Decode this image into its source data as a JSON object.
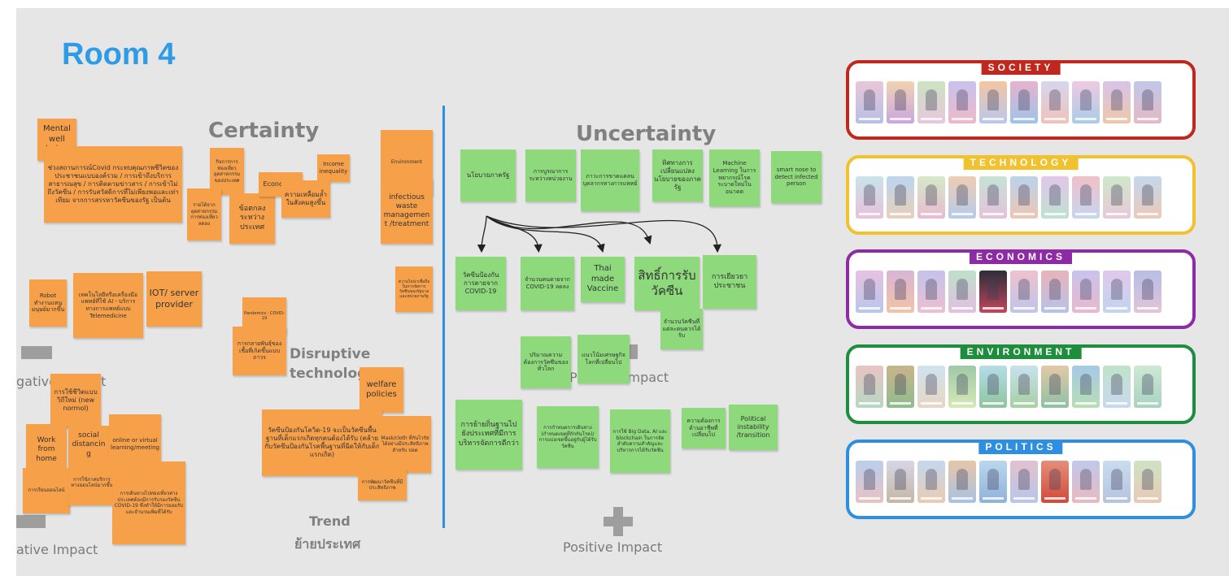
{
  "room_title": "Room 4",
  "headings": {
    "certainty": "Certainty",
    "uncertainty": "Uncertainty",
    "disruptive": "Disruptive technology",
    "trend": "Trend",
    "trend_sub": "ย้ายประเทศ"
  },
  "axis_labels": {
    "negative_left_top": "gative Impact",
    "negative_left_bottom": "ative Impact",
    "positive_mid": "Positive Impact",
    "positive_bottom": "Positive Impact"
  },
  "orange_notes": [
    "Mental well being",
    "ช่วงสถานการณ์Covid กระทบคุณภาพชีวิตของประชาชนแบบองค์รวม / การเข้าถึงบริการสาธารณสุข / การติดตามข่าวสาร / การเข้าไม่ถึงวัคซีน / การรับสวัสดิการที่ไม่เพียงพอและเท่าเทียม จากการสรรหาวัคซีนของรัฐ เป็นต้น",
    "กิจการการท่องเที่ยวอุตสาหกรรมของประเทศ",
    "รายได้จากอุตสาหกรรมการท่องเที่ยวลดลง",
    "ข้อตกลงระหว่างประเทศ",
    "Economics",
    "Income inequality",
    "ความเหลื่อมล้ำในสังคมสูงขึ้น",
    "Environment",
    "infectious waste management /treatment",
    "ความไม่น่าเชื่อถือในการจัดการวัคซีนของรัฐบาลและหน่วยงานรัฐ",
    "Robot ทำงานแทนมนุษย์มากขึ้น",
    "เทคโนโลยีหรือเครื่องมือแพทย์ที่ใช้ AI - บริการทางการแพทย์แบบ Telemedicine",
    "IOT/ server provider",
    "Pandemics : COVID-19",
    "การกลายพันธุ์ของเชื้อที่เกิดขึ้นแบบถาวร",
    "การใช้ชีวิตแบบวิถีใหม่ (new normol)",
    "Work from home",
    "social distancing",
    "online or virtual learning/meeting",
    "การเรียนออนไลน์",
    "การใช้ภาคบริการทางออนไลน์มากขึ้น",
    "การเดินทางไปท่องเที่ยวต่างประเทศต้องมีการรับรองวัคซีน COVID-19 ซึ่งทำให้มีการยอมรับและจำนวนเพิ่มที่ได้รับ",
    "welfare policies",
    "วัคซีนป้องกันโควิด-19 จะเป็นวัคซีนพื้นฐานที่เด็กแรกเกิดทุกคนต้องได้รับ (คล้ายกับวัคซีนป้องกันโรคพื้นฐานที่ฉีดให้กับเด็กแรกเกิด)",
    "Mask/cloth ที่กันไวรัส ได้อย่างมีประสิทธิภาพสำหรับ ปอด",
    "การพัฒนาวัคซีนที่มีประสิทธิภาพ"
  ],
  "green_notes": [
    "นโยบายภาครัฐ",
    "การบูรณาการระหว่างหน่วยงาน",
    "ภาวะการขาดแคลนบุคลากรทางการแพทย์",
    "ทิศทางการเปลี่ยนแปลงนโยบายของภาครัฐ",
    "Machine Learning ในการพยากรณ์โรคระบาดใหม่ในอนาคต",
    "smart nose to detect infected person",
    "วัคซีนป้องกันการตายจาก COVID-19",
    "จำนวนคนตายจาก COVID-19 ลดลง",
    "Thai made Vaccine",
    "สิทธิ์การรับวัคซีน",
    "การเยียวยาประชาชน",
    "จำนวนวัคซีนที่แต่ละคนควรได้รับ",
    "ปริมาณความต้องการวัคซีนของทั่วโลก",
    "แนวโน้มเศรษฐกิจโลกที่เปลี่ยนไป",
    "การย้ายถิ่นฐานไปยังประเทศที่มีการบริหารจัดการดีกว่า",
    "การกำหนดการเดินทาง (กำหนดเขตที่กักกันโรค)/การแบ่งเขตขึ้นอยู่กับผู้ได้รับวัคซีน",
    "การใช้ Big Data, AI และ blockchain ในการจัดลำดับความสำคัญและบริหารการได้รับวัคซีน",
    "ความต้องการด้านอาชีพที่เปลี่ยนไป",
    "Political instability /transition"
  ],
  "categories": [
    {
      "name": "SOCIETY",
      "color": "#c0281e"
    },
    {
      "name": "TECHNOLOGY",
      "color": "#f2c12e"
    },
    {
      "name": "ECONOMICS",
      "color": "#8e2aa5"
    },
    {
      "name": "ENVIRONMENT",
      "color": "#1e8e3e"
    },
    {
      "name": "POLITICS",
      "color": "#2e8fe0"
    }
  ],
  "colors": {
    "orange": "#f7a04a",
    "green": "#8ed97c",
    "divider": "#2d8fe0",
    "title": "#2d9be6"
  }
}
